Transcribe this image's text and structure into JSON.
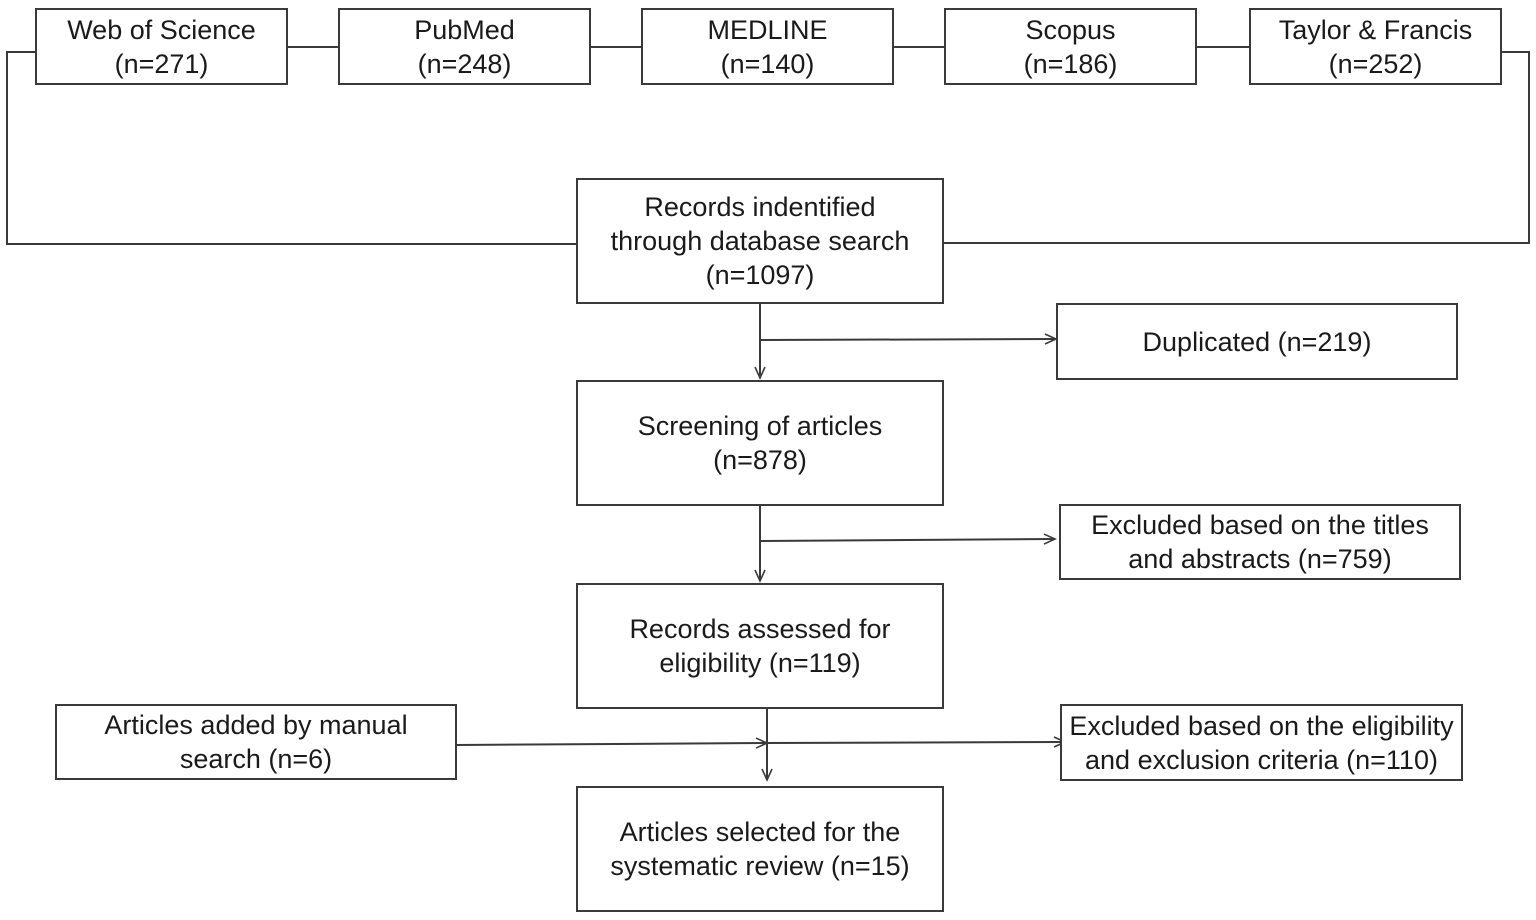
{
  "sources": [
    {
      "name": "Web of Science",
      "count": "(n=271)"
    },
    {
      "name": "PubMed",
      "count": "(n=248)"
    },
    {
      "name": "MEDLINE",
      "count": "(n=140)"
    },
    {
      "name": "Scopus",
      "count": "(n=186)"
    },
    {
      "name": "Taylor & Francis",
      "count": "(n=252)"
    }
  ],
  "identified": {
    "line1": "Records indentified",
    "line2": "through database search",
    "line3": "(n=1097)"
  },
  "duplicated": {
    "line1": "Duplicated (n=219)"
  },
  "screening": {
    "line1": "Screening of articles",
    "line2": "(n=878)"
  },
  "excluded_titles": {
    "line1": "Excluded based on the titles",
    "line2": "and abstracts (n=759)"
  },
  "assessed": {
    "line1": "Records assessed for",
    "line2": "eligibility (n=119)"
  },
  "manual": {
    "line1": "Articles added by manual",
    "line2": "search (n=6)"
  },
  "excluded_eligibility": {
    "line1": "Excluded based on the eligibility",
    "line2": "and exclusion criteria (n=110)"
  },
  "selected": {
    "line1": "Articles selected for the",
    "line2": "systematic review (n=15)"
  },
  "colors": {
    "stroke": "#3a3a3a",
    "text": "#1a1a1a",
    "background": "#ffffff"
  }
}
